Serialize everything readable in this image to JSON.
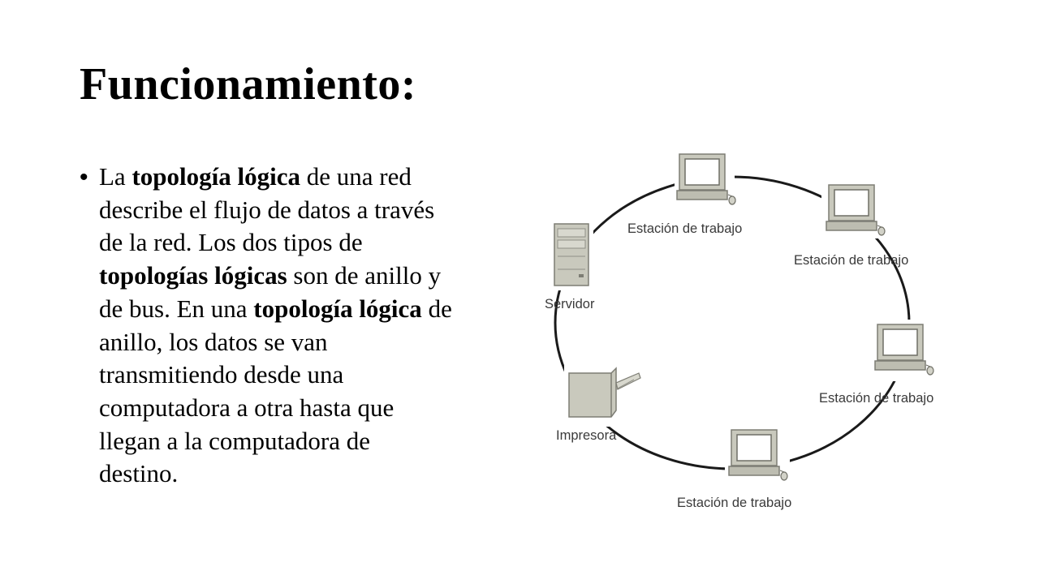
{
  "slide": {
    "title": "Funcionamiento:",
    "bullet": {
      "symbol": "•",
      "segments": [
        {
          "text": "La ",
          "bold": false
        },
        {
          "text": "topología lógica",
          "bold": true
        },
        {
          "text": " de una red describe el flujo de datos a través de la red. Los dos tipos de ",
          "bold": false
        },
        {
          "text": "topologías lógicas",
          "bold": true
        },
        {
          "text": " son de anillo y de bus. En una ",
          "bold": false
        },
        {
          "text": "topología lógica",
          "bold": true
        },
        {
          "text": " de anillo, los datos se van transmitiendo desde una computadora a otra hasta que llegan a la computadora de destino.",
          "bold": false
        }
      ]
    }
  },
  "diagram": {
    "labels": {
      "ws_top": "Estación de trabajo",
      "ws_right_top": "Estación de trabajo",
      "ws_right_bottom": "Estación de trabajo",
      "ws_bottom": "Estación de trabajo",
      "server": "Servidor",
      "printer": "Impresora"
    },
    "colors": {
      "ring": "#1a1a1a",
      "device_fill": "#c9c9bd",
      "device_dark": "#8f8f86",
      "screen": "#ffffff"
    }
  }
}
